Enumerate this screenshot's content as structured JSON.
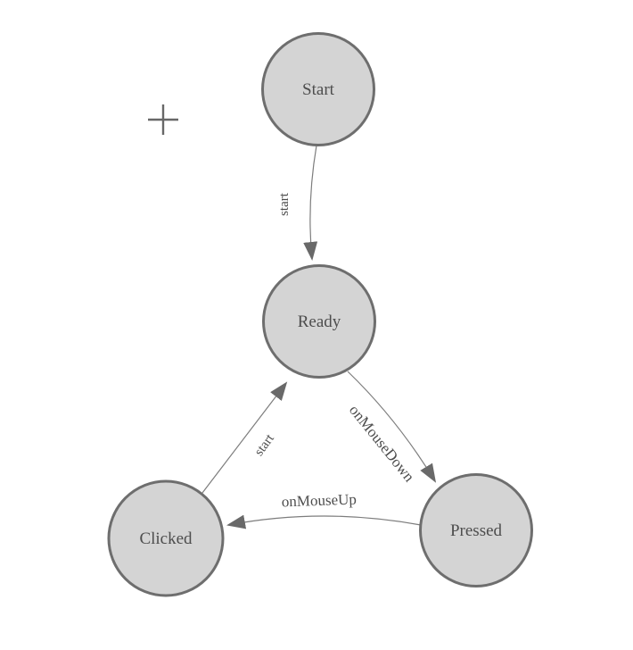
{
  "diagram": {
    "type": "finite-state-machine",
    "background_color": "#ffffff",
    "node_fill_color": "#d4d4d4",
    "node_stroke_color": "#6e6e6e",
    "edge_line_color": "#7d7d7d",
    "arrowhead_color": "#696969",
    "label_text_color": "#4d4d4d",
    "nodes": [
      {
        "id": "start",
        "label": "Start"
      },
      {
        "id": "ready",
        "label": "Ready"
      },
      {
        "id": "clicked",
        "label": "Clicked"
      },
      {
        "id": "pressed",
        "label": "Pressed"
      }
    ],
    "edges": [
      {
        "from": "start",
        "to": "ready",
        "label": "start"
      },
      {
        "from": "ready",
        "to": "pressed",
        "label": "onMouseDown"
      },
      {
        "from": "pressed",
        "to": "clicked",
        "label": "onMouseUp"
      },
      {
        "from": "clicked",
        "to": "ready",
        "label": "start"
      }
    ],
    "plus_icon_glyph": "+"
  }
}
